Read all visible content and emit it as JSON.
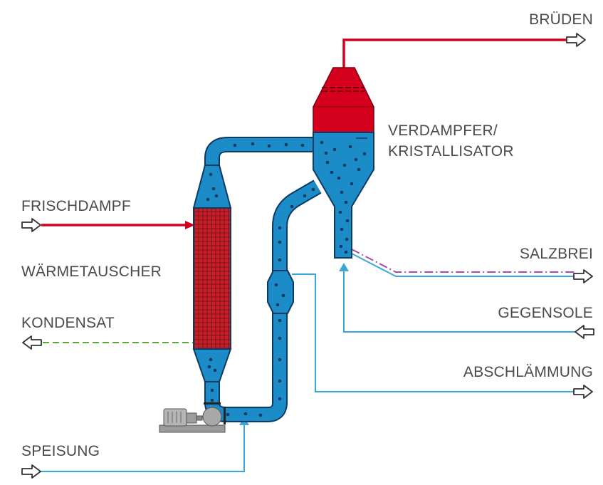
{
  "labels": {
    "bruden": "BRÜDEN",
    "verdampfer_line1": "VERDAMPFER/",
    "verdampfer_line2": "KRISTALLISATOR",
    "frischdampf": "FRISCHDAMPF",
    "waermetauscher": "WÄRMETAUSCHER",
    "kondensat": "KONDENSAT",
    "salzbrei": "SALZBREI",
    "gegensole": "GEGENSOLE",
    "abschlaemmung": "ABSCHLÄMMUNG",
    "speisung": "SPEISUNG"
  },
  "colors": {
    "vapor": "#d4001e",
    "liquid": "#1c8cc8",
    "liquid_outline": "#0d3a63",
    "thin_line": "#3aa7d8",
    "condensate": "#5aa83c",
    "salt_slurry": "#b04aa8",
    "pump": "#9a9a9a"
  },
  "icons": {
    "out_arrow": "hollow-arrow-right-icon",
    "in_arrow": "hollow-arrow-left-icon"
  }
}
